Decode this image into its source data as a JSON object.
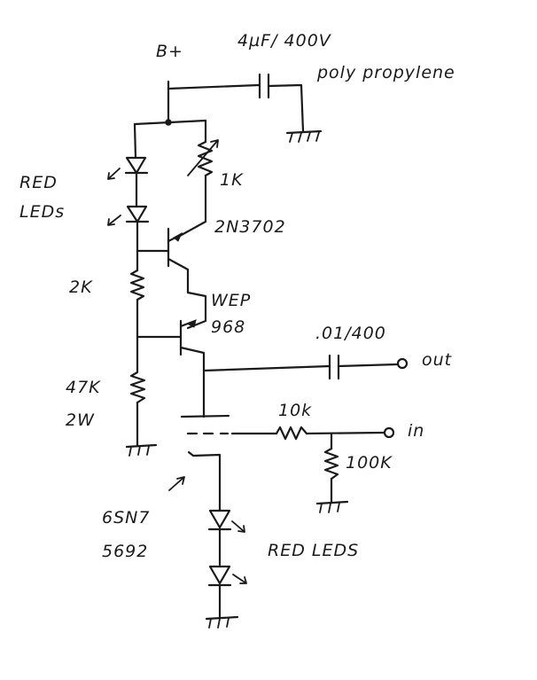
{
  "labels": {
    "bplus": "B+",
    "cap_top_1": "4µF/ 400V",
    "cap_top_2": "poly propylene",
    "red_leds_top_1": "RED",
    "red_leds_top_2": "LEDs",
    "pot": "1K",
    "transistor": "2N3702",
    "r2k": "2K",
    "fet_1": "WEP",
    "fet_2": "968",
    "cap_out": ".01/400",
    "out": "out",
    "r47k_1": "47K",
    "r47k_2": "2W",
    "r10k": "10k",
    "in": "in",
    "r100k": "100K",
    "tube_1": "6SN7",
    "tube_2": "5692",
    "red_leds_bottom": "RED LEDS"
  },
  "colors": {
    "ink": "#1a1a1a",
    "paper": "#ffffff"
  }
}
